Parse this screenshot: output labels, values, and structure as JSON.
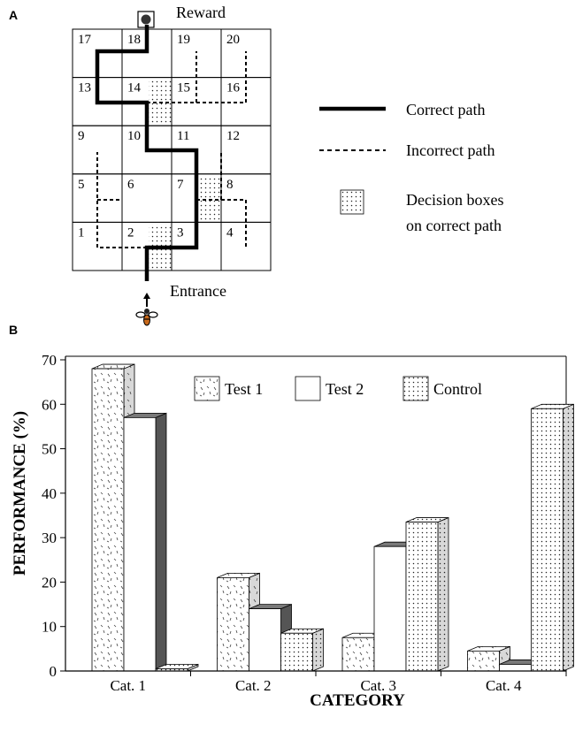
{
  "panel_a": {
    "label": "A",
    "reward_label": "Reward",
    "entrance_label": "Entrance",
    "cells": [
      [
        "17",
        "18",
        "19",
        "20"
      ],
      [
        "13",
        "14",
        "15",
        "16"
      ],
      [
        "9",
        "10",
        "11",
        "12"
      ],
      [
        "5",
        "6",
        "7",
        "8"
      ],
      [
        "1",
        "2",
        "3",
        "4"
      ]
    ],
    "correct_path_cells": [
      "2",
      "3",
      "7",
      "11",
      "10",
      "14",
      "13",
      "18"
    ],
    "decision_boxes": [
      "2",
      "7",
      "14"
    ],
    "legend": {
      "correct": "Correct path",
      "incorrect": "Incorrect path",
      "decision_line1": "Decision boxes",
      "decision_line2": "on correct path"
    }
  },
  "panel_b": {
    "label": "B"
  },
  "chart_data": {
    "type": "bar",
    "style": "3d",
    "categories": [
      "Cat. 1",
      "Cat. 2",
      "Cat. 3",
      "Cat. 4"
    ],
    "series": [
      {
        "name": "Test 1",
        "values": [
          68,
          21,
          7.5,
          4.5
        ],
        "pattern": "dashes"
      },
      {
        "name": "Test 2",
        "values": [
          57,
          14,
          28,
          1.5
        ],
        "pattern": "white"
      },
      {
        "name": "Control",
        "values": [
          0.5,
          8.5,
          33.5,
          59
        ],
        "pattern": "dots"
      }
    ],
    "xlabel": "CATEGORY",
    "ylabel": "PERFORMANCE (%)",
    "ylim": [
      0,
      70
    ],
    "yticks": [
      "0",
      "10",
      "20",
      "30",
      "40",
      "50",
      "60",
      "70"
    ],
    "legend_position": "top"
  }
}
